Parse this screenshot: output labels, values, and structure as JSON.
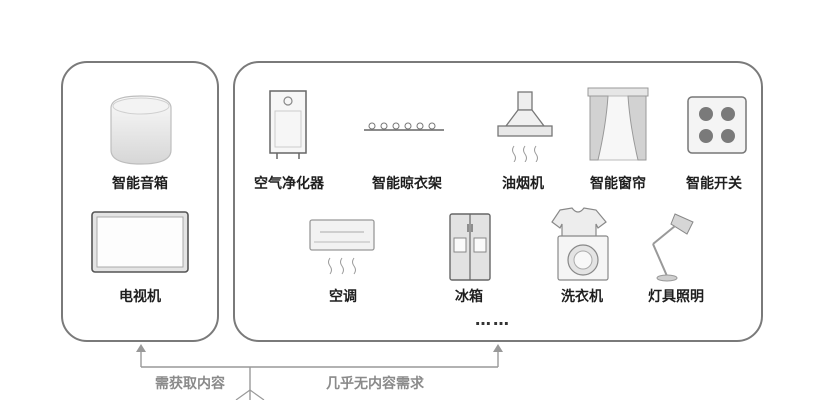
{
  "left_panel": {
    "items": [
      {
        "label": "智能音箱",
        "icon": "smart-speaker-icon"
      },
      {
        "label": "电视机",
        "icon": "television-icon"
      }
    ]
  },
  "right_panel": {
    "row1": [
      {
        "label": "空气净化器",
        "icon": "air-purifier-icon"
      },
      {
        "label": "智能晾衣架",
        "icon": "clothes-rack-icon"
      },
      {
        "label": "油烟机",
        "icon": "range-hood-icon"
      },
      {
        "label": "智能窗帘",
        "icon": "curtain-icon"
      },
      {
        "label": "智能开关",
        "icon": "switch-icon"
      }
    ],
    "row2": [
      {
        "label": "空调",
        "icon": "air-conditioner-icon"
      },
      {
        "label": "冰箱",
        "icon": "refrigerator-icon"
      },
      {
        "label": "洗衣机",
        "icon": "washing-machine-icon"
      },
      {
        "label": "灯具照明",
        "icon": "lamp-icon"
      }
    ],
    "ellipsis": "……"
  },
  "flow": {
    "left_text": "需获取内容",
    "right_text": "几乎无内容需求"
  }
}
